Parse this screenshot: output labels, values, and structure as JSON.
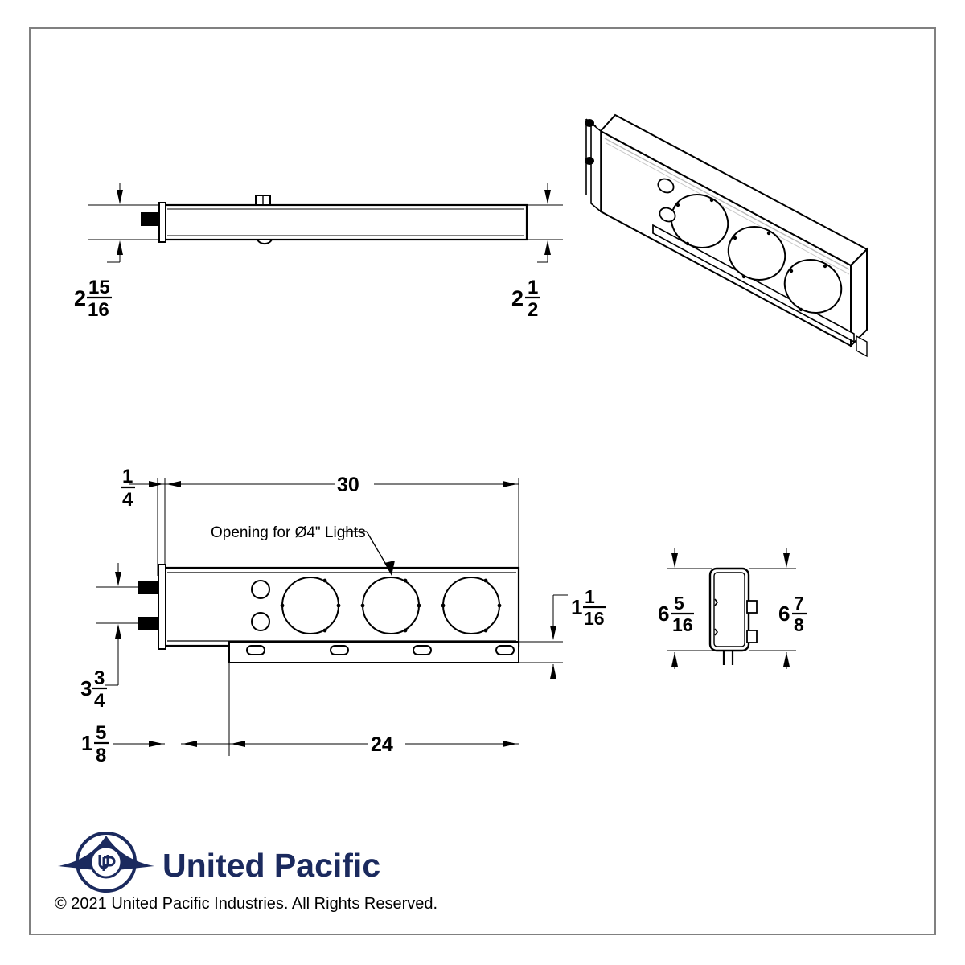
{
  "sheet": {
    "background": "#ffffff",
    "border_color": "#808080",
    "line_color": "#000000"
  },
  "footer": {
    "brand_name": "United Pacific",
    "logo_name": "united-pacific-logo",
    "logo_color": "#1b2a5e",
    "copyright": "© 2021 United Pacific Industries. All Rights Reserved."
  },
  "views": {
    "top_view": {
      "name": "top-view",
      "dimensions": {
        "left": {
          "whole": "2",
          "num": "15",
          "den": "16"
        },
        "right": {
          "whole": "2",
          "num": "1",
          "den": "2"
        }
      }
    },
    "iso_view": {
      "name": "isometric-view",
      "light_openings": 3,
      "small_holes": 2
    },
    "front_view": {
      "name": "front-view",
      "annotation": "Opening for Ø4\" Lights",
      "light_openings": 3,
      "small_holes": 2,
      "flange_slots": 4,
      "mounting_studs": 2,
      "dimensions": {
        "overall_length": "30",
        "flange_length": "24",
        "left_offset": {
          "whole": "",
          "num": "1",
          "den": "4"
        },
        "stud_spacing": {
          "whole": "3",
          "num": "3",
          "den": "4"
        },
        "flange_offset": {
          "whole": "1",
          "num": "5",
          "den": "8"
        },
        "flange_height": {
          "whole": "1",
          "num": "1",
          "den": "16"
        }
      }
    },
    "side_view": {
      "name": "side-section-view",
      "dimensions": {
        "left": {
          "whole": "6",
          "num": "5",
          "den": "16"
        },
        "right": {
          "whole": "6",
          "num": "7",
          "den": "8"
        }
      }
    }
  }
}
